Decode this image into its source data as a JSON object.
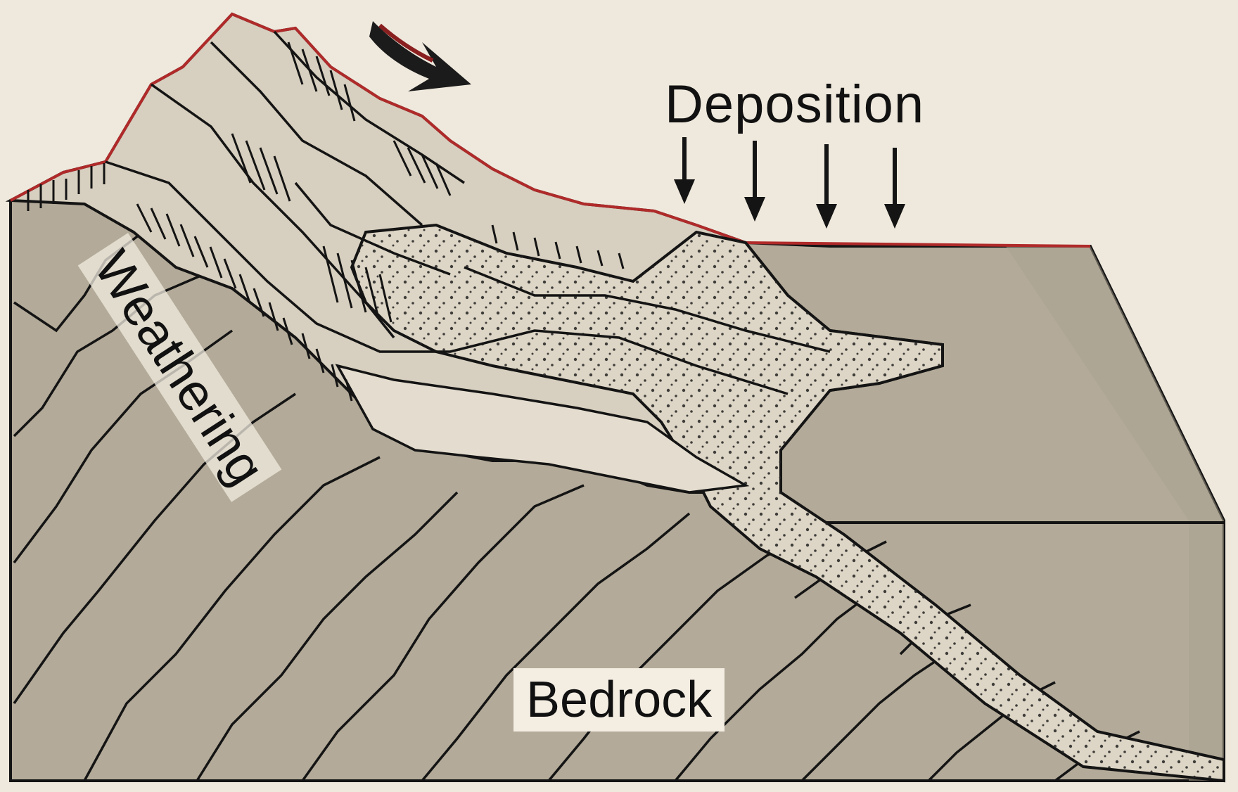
{
  "labels": {
    "deposition": "Deposition",
    "weathering": "Weathering",
    "bedrock": "Bedrock"
  },
  "colors": {
    "background": "#efe9dd",
    "bedrock": "#b3aa99",
    "slope_material": "#d7cfbf",
    "deposit": "#ddd5c5",
    "outline_red": "#b02a2a",
    "ink": "#141414"
  },
  "icons": {
    "movement_arrow": "curved-arrow-down-right-icon",
    "deposition_arrows": "arrow-down-icon"
  }
}
